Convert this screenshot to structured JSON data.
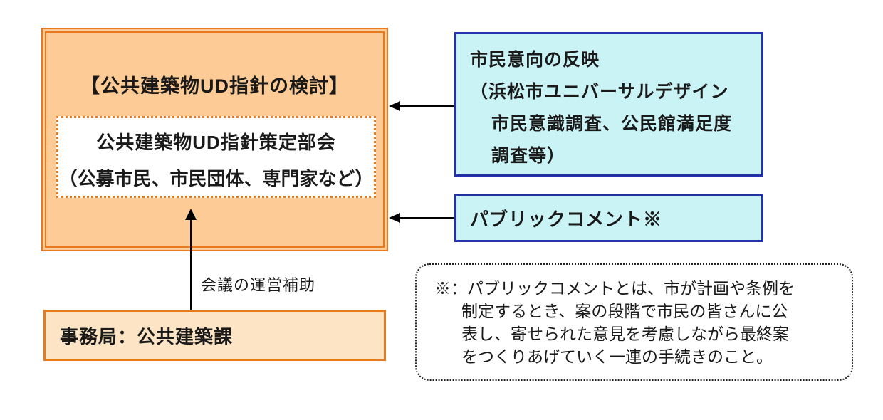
{
  "diagram": {
    "main_box": {
      "title": "【公共建築物UD指針の検討】",
      "subcommittee": {
        "line1": "公共建築物UD指針策定部会",
        "line2": "（公募市民、市民団体、専門家など）"
      }
    },
    "citizen_box": {
      "line1": "市民意向の反映",
      "line2": "（浜松市ユニバーサルデザイン",
      "line3": "市民意識調査、公民館満足度",
      "line4": "調査等）"
    },
    "public_comment_box": {
      "label": "パブリックコメント※"
    },
    "note_box": {
      "line1": "※：パブリックコメントとは、市が計画や条例を",
      "line2": "制定するとき、案の段階で市民の皆さんに公",
      "line3": "表し、寄せられた意見を考慮しながら最終案",
      "line4": "をつくりあげていく一連の手続きのこと。"
    },
    "secretariat_box": {
      "label": "事務局：公共建築課"
    },
    "arrow_label": "会議の運営補助",
    "colors": {
      "orange_border": "#e8791c",
      "orange_fill": "#fdcb96",
      "secretariat_fill": "#fce4c4",
      "cyan_fill": "#caf3f6",
      "blue_border": "#2531a8",
      "arrow_black": "#000000"
    }
  }
}
